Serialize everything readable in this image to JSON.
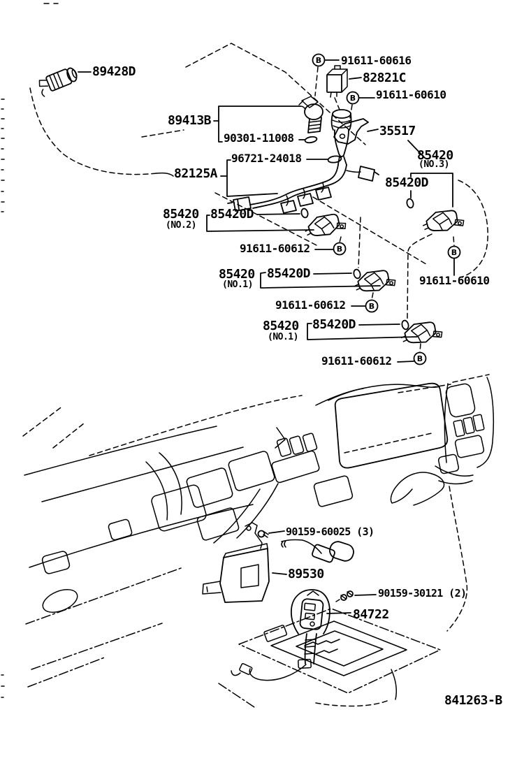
{
  "diagram": {
    "description": "Instrument panel switch and relay parts diagram",
    "drawing_number": "841263-B",
    "fastener_symbol": "B",
    "labels": [
      {
        "id": "sensor-89428d",
        "text": "89428D"
      },
      {
        "id": "bolt-91611-60616",
        "text": "91611-60616"
      },
      {
        "id": "relay-82821c",
        "text": "82821C"
      },
      {
        "id": "bolt-91611-60610",
        "text": "91611-60610"
      },
      {
        "id": "sensor-89413b",
        "text": "89413B"
      },
      {
        "id": "bracket-35517",
        "text": "35517"
      },
      {
        "id": "oring-90301-11008",
        "text": "90301-11008"
      },
      {
        "id": "oring-96721-24018",
        "text": "96721-24018"
      },
      {
        "id": "switch-85420-no3",
        "text": "85420",
        "sub": "(NO.3)"
      },
      {
        "id": "cap-85420d-no3",
        "text": "85420D"
      },
      {
        "id": "harness-82125a",
        "text": "82125A"
      },
      {
        "id": "switch-85420-no2",
        "text": "85420",
        "sub": "(NO.2)"
      },
      {
        "id": "cap-85420d-no2",
        "text": "85420D"
      },
      {
        "id": "bolt-91611-60612-a",
        "text": "91611-60612"
      },
      {
        "id": "switch-85420-no1a",
        "text": "85420",
        "sub": "(NO.1)"
      },
      {
        "id": "cap-85420d-no1a",
        "text": "85420D"
      },
      {
        "id": "bolt-91611-60610-b",
        "text": "91611-60610"
      },
      {
        "id": "bolt-91611-60612-b",
        "text": "91611-60612"
      },
      {
        "id": "switch-85420-no1b",
        "text": "85420",
        "sub": "(NO.1)"
      },
      {
        "id": "cap-85420d-no1b",
        "text": "85420D"
      },
      {
        "id": "bolt-91611-60612-c",
        "text": "91611-60612"
      },
      {
        "id": "screw-90159-60025",
        "text": "90159-60025 (3)"
      },
      {
        "id": "ecu-89530",
        "text": "89530"
      },
      {
        "id": "screw-90159-30121",
        "text": "90159-30121 (2)"
      },
      {
        "id": "knob-84722",
        "text": "84722"
      }
    ]
  }
}
